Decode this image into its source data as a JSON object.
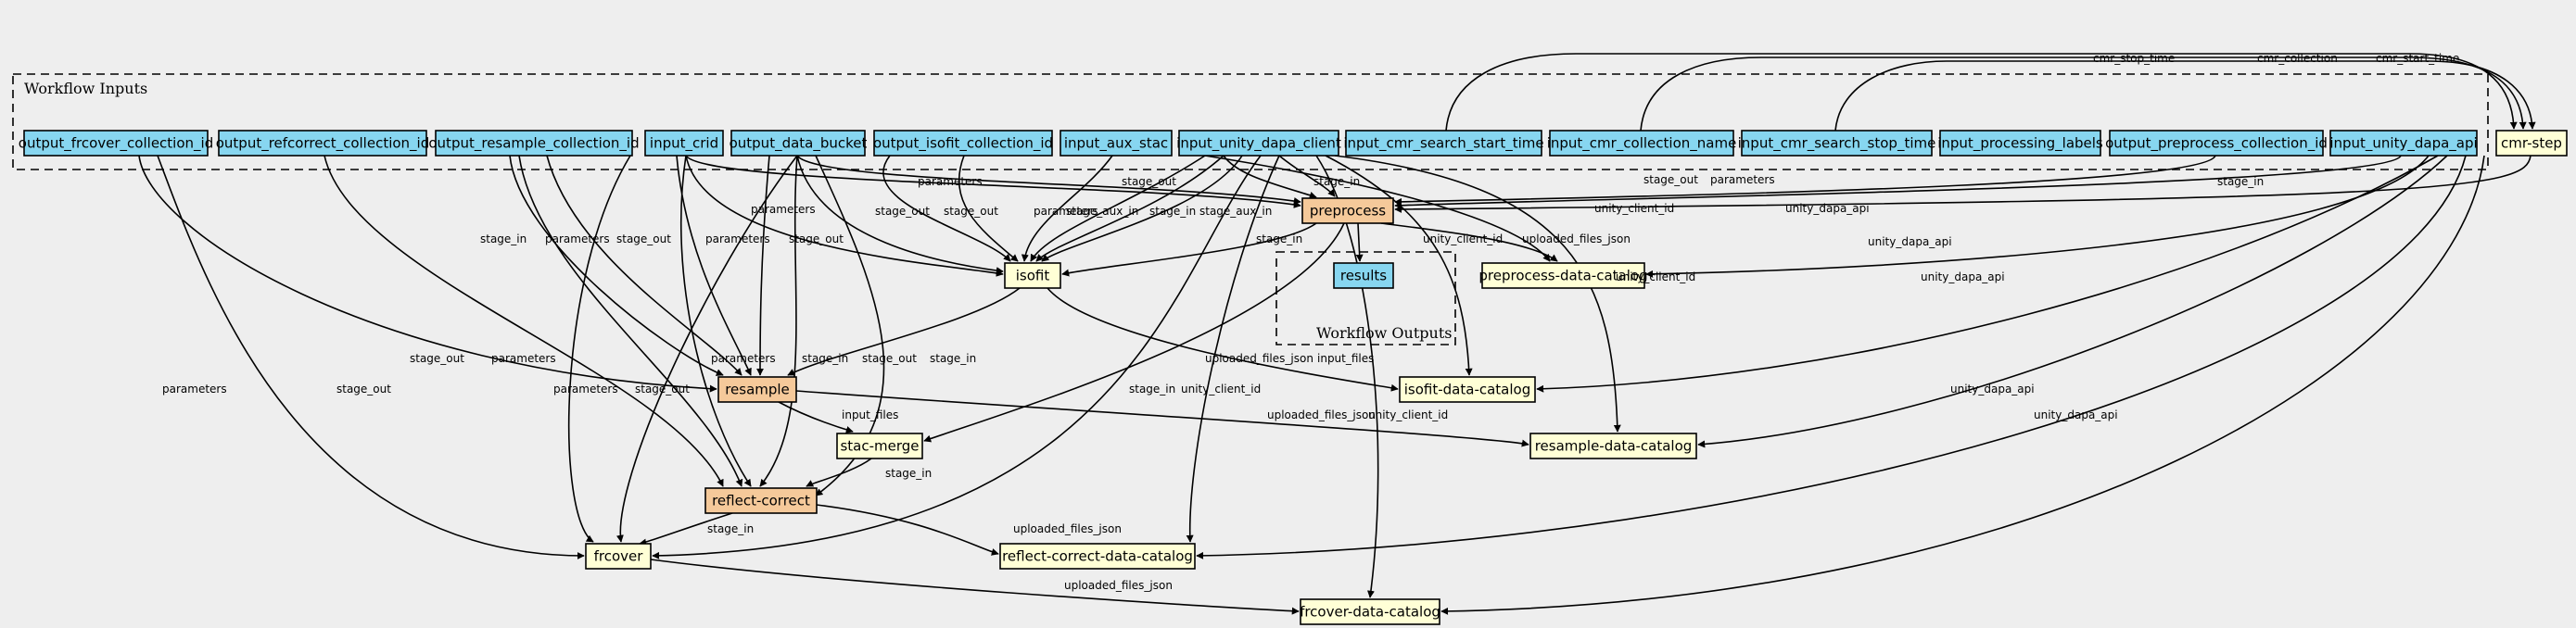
{
  "colors": {
    "background": "#eeeeee",
    "input_node": "#87d6f0",
    "step_node": "#f5c99a",
    "catalog_node": "#ffffd6",
    "output_node": "#87d6f0"
  },
  "clusters": {
    "inputs_label": "Workflow Inputs",
    "outputs_label": "Workflow Outputs"
  },
  "nodes": {
    "output_frcover_collection_id": "output_frcover_collection_id",
    "output_refcorrect_collection_id": "output_refcorrect_collection_id",
    "output_resample_collection_id": "output_resample_collection_id",
    "input_crid": "input_crid",
    "output_data_bucket": "output_data_bucket",
    "output_isofit_collection_id": "output_isofit_collection_id",
    "input_aux_stac": "input_aux_stac",
    "input_unity_dapa_client": "input_unity_dapa_client",
    "input_cmr_search_start_time": "input_cmr_search_start_time",
    "input_cmr_collection_name": "input_cmr_collection_name",
    "input_cmr_search_stop_time": "input_cmr_search_stop_time",
    "input_processing_labels": "input_processing_labels",
    "output_preprocess_collection_id": "output_preprocess_collection_id",
    "input_unity_dapa_api": "input_unity_dapa_api",
    "cmr_step": "cmr-step",
    "preprocess": "preprocess",
    "isofit": "isofit",
    "results": "results",
    "preprocess_data_catalog": "preprocess-data-catalog",
    "resample": "resample",
    "isofit_data_catalog": "isofit-data-catalog",
    "stac_merge": "stac-merge",
    "resample_data_catalog": "resample-data-catalog",
    "reflect_correct": "reflect-correct",
    "reflect_correct_data_catalog": "reflect-correct-data-catalog",
    "frcover": "frcover",
    "frcover_data_catalog": "frcover-data-catalog"
  },
  "edge_labels": {
    "cmr_stop_time": "cmr_stop_time",
    "cmr_collection": "cmr_collection",
    "cmr_start_time": "cmr_start_time",
    "stage_in": "stage_in",
    "stage_out": "stage_out",
    "parameters": "parameters",
    "stage_aux_in": "stage_aux_in",
    "unity_client_id": "unity_client_id",
    "unity_dapa_api": "unity_dapa_api",
    "uploaded_files_json": "uploaded_files_json",
    "input_files": "input_files"
  }
}
